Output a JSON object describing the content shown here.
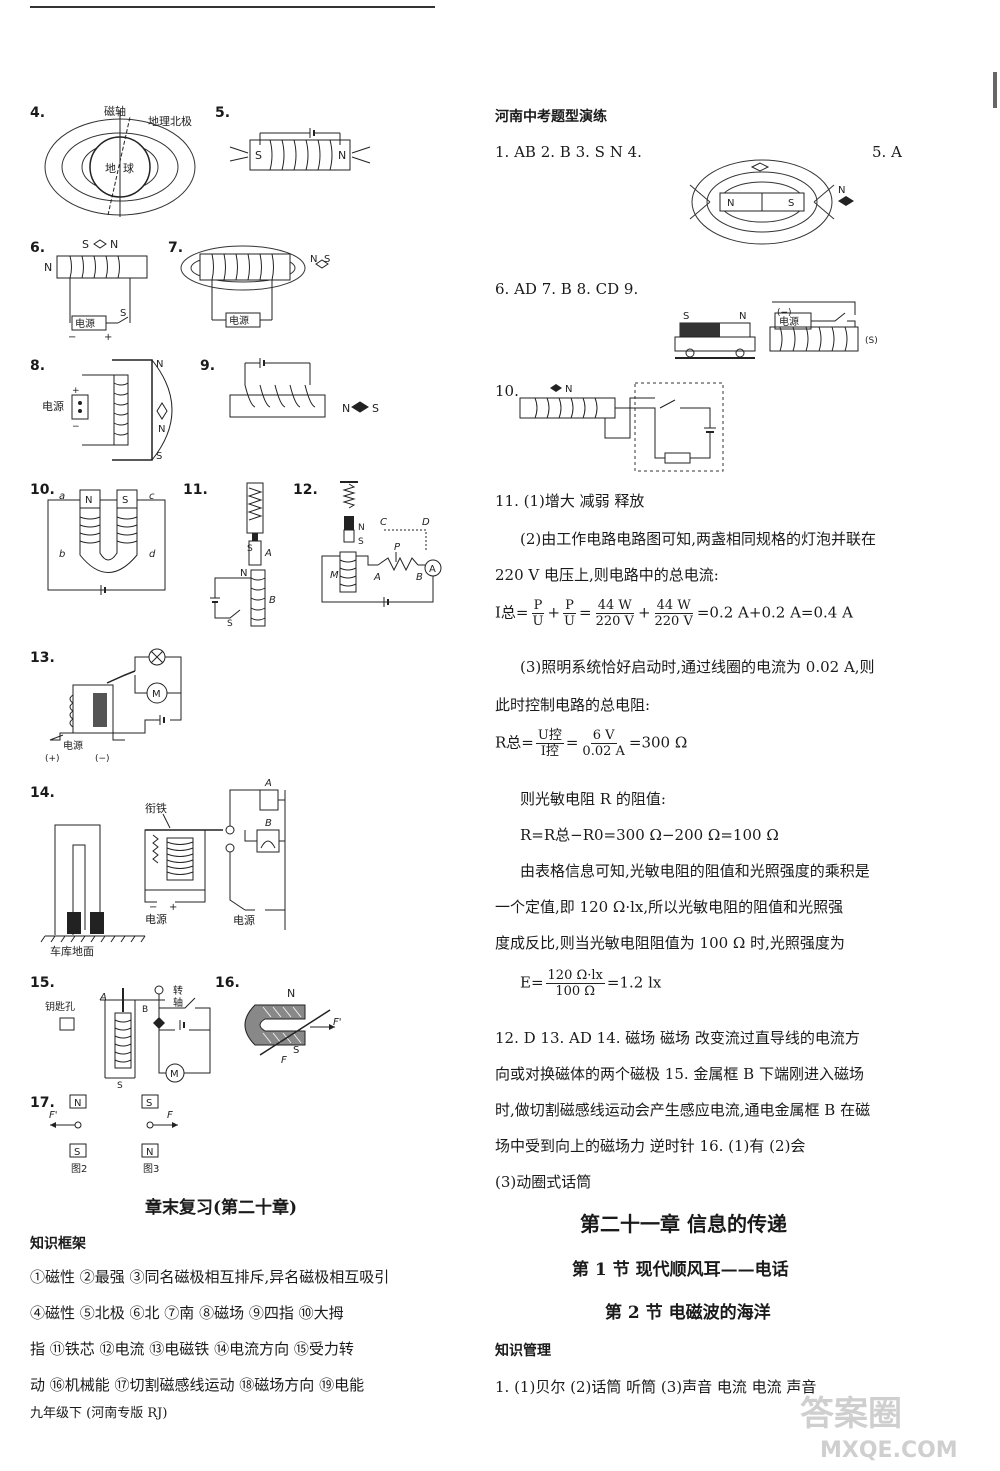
{
  "left_labels": {
    "q4": "4.",
    "q5": "5.",
    "q6": "6.",
    "q7": "7.",
    "q8": "8.",
    "q9": "9.",
    "q10": "10.",
    "q11": "11.",
    "q12": "12.",
    "q13": "13.",
    "q14": "14.",
    "q15": "15.",
    "q16": "16.",
    "q17": "17."
  },
  "fig": {
    "q4": {
      "cizhou": "磁轴",
      "dilibeiji": "地理北极",
      "di": "地",
      "qiu": "球"
    },
    "q5": {
      "s": "S",
      "n": "N"
    },
    "q6": {
      "s": "S",
      "n": "N",
      "left_n": "N",
      "dianyuan": "电源",
      "switch": "S",
      "minus": "−",
      "plus": "+"
    },
    "q7": {
      "ns_n": "N",
      "ns_s": "S",
      "dianyuan": "电源"
    },
    "q8": {
      "dianyuan": "电源",
      "n_top": "N",
      "n_mid": "N",
      "s_bot": "S",
      "plus": "+",
      "minus": "−"
    },
    "q9": {
      "n": "N",
      "s": "S"
    },
    "q10": {
      "a": "a",
      "c": "c",
      "b": "b",
      "d": "d",
      "n": "N",
      "s": "S"
    },
    "q11": {
      "a": "A",
      "s1": "S",
      "n": "N",
      "b": "B",
      "s2": "S"
    },
    "q12": {
      "c": "C",
      "d": "D",
      "p": "P",
      "n": "N",
      "s": "S",
      "m": "M",
      "a": "A",
      "b": "B",
      "meter": "A"
    },
    "q13": {
      "m": "M",
      "dianyuan": "电源",
      "plus": "(+)",
      "minus": "(−)"
    },
    "q14": {
      "xiantie": "衔铁",
      "a": "A",
      "b": "B",
      "dianyuan1": "电源",
      "dianyuan2": "电源",
      "cheku": "车库地面",
      "minus": "−",
      "plus": "+"
    },
    "q15": {
      "yaoshikong": "钥匙孔",
      "a": "A",
      "b": "B",
      "zhuan": "转",
      "zhou": "轴",
      "s": "S",
      "m": "M"
    },
    "q16": {
      "n": "N",
      "s": "S",
      "f": "F",
      "f2": "F'"
    },
    "q17": {
      "n1": "N",
      "s1": "S",
      "f1": "F'",
      "cap1": "图2",
      "s2": "S",
      "n2": "N",
      "f2": "F",
      "cap2": "图3"
    }
  },
  "right_figs": {
    "q4": {
      "n": "N",
      "s": "S",
      "compass_n": "N"
    },
    "q9": {
      "s": "S",
      "n": "N",
      "minus": "(−)",
      "dianyuan": "电源",
      "s_label": "(S)"
    },
    "q10": {
      "n": "N"
    }
  },
  "left_text": {
    "chapter_review": "章末复习(第二十章)",
    "knowledge_frame": "知识框架",
    "kf_line1": "①磁性  ②最强  ③同名磁极相互排斥,异名磁极相互吸引",
    "kf_line2": "④磁性  ⑤北极  ⑥北  ⑦南  ⑧磁场  ⑨四指  ⑩大拇",
    "kf_line3": "指  ⑪铁芯  ⑫电流  ⑬电磁铁  ⑭电流方向  ⑮受力转",
    "kf_line4": "动  ⑯机械能  ⑰切割磁感线运动  ⑱磁场方向  ⑲电能",
    "footer": "九年级下 (河南专版 RJ)"
  },
  "right_text": {
    "section_title": "河南中考题型演练",
    "r1": "1. AB   2. B   3. S    N   4.",
    "r1_tail": "5. A",
    "r6": "6. AD   7. B   8. CD   9.",
    "r10": "10.",
    "r11": "11. (1)增大    减弱    释放",
    "r12": "(2)由工作电路电路图可知,两盏相同规格的灯泡并联在",
    "r13": "220 V 电压上,则电路中的总电流:",
    "eq1_lhs": "I总=",
    "eq1_p": "P",
    "eq1_u": "U",
    "eq1_plus": "+",
    "eq1_p2": "P",
    "eq1_u2": "U",
    "eq1_eq": "=",
    "eq1_44w": "44 W",
    "eq1_220v": "220 V",
    "eq1_plus2": "+",
    "eq1_44w2": "44 W",
    "eq1_220v2": "220 V",
    "eq1_rhs": "=0.2 A+0.2 A=0.4 A",
    "r14": "(3)照明系统恰好启动时,通过线圈的电流为 0.02 A,则",
    "r15": "此时控制电路的总电阻:",
    "eq2_lhs": "R总=",
    "eq2_un": "U控",
    "eq2_in": "I控",
    "eq2_eq": "=",
    "eq2_6v": "6 V",
    "eq2_002": "0.02 A",
    "eq2_rhs": "=300 Ω",
    "r16": "则光敏电阻 R 的阻值:",
    "r17": "R=R总−R0=300 Ω−200 Ω=100 Ω",
    "r18": "由表格信息可知,光敏电阻的阻值和光照强度的乘积是",
    "r19": "一个定值,即 120 Ω·lx,所以光敏电阻的阻值和光照强",
    "r20": "度成反比,则当光敏电阻阻值为 100 Ω 时,光照强度为",
    "eq3_lhs": "E=",
    "eq3_num": "120 Ω·lx",
    "eq3_den": "100 Ω",
    "eq3_rhs": "=1.2 lx",
    "r21": "12. D   13. AD   14. 磁场    磁场    改变流过直导线的电流方",
    "r22": "向或对换磁体的两个磁极    15. 金属框 B 下端刚进入磁场",
    "r23": "时,做切割磁感线运动会产生感应电流,通电金属框 B 在磁",
    "r24": "场中受到向上的磁场力    逆时针    16. (1)有    (2)会",
    "r25": "(3)动圈式话筒",
    "chapter21": "第二十一章    信息的传递",
    "sec1": "第 1 节    现代顺风耳——电话",
    "sec2": "第 2 节    电磁波的海洋",
    "knowledge_mgmt": "知识管理",
    "km1": "1. (1)贝尔   (2)话筒    听筒   (3)声音    电流    电流    声音"
  },
  "watermark": {
    "line1": "答案圈",
    "line2": "MXQE.COM"
  }
}
